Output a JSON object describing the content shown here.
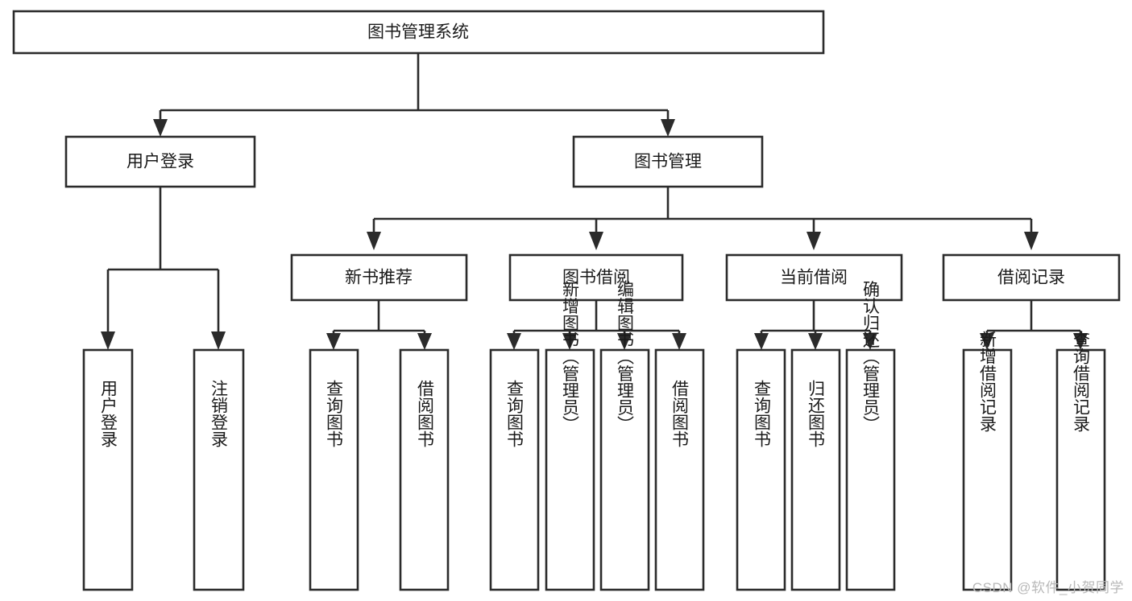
{
  "diagram": {
    "title": "图书管理系统",
    "watermark": "CSDN @软件_小贺同学",
    "colors": {
      "stroke": "#2b2b2b",
      "fill": "#ffffff",
      "text": "#1a1a1a",
      "watermark": "#b9b9b9"
    },
    "levels": {
      "root": {
        "label": "图书管理系统"
      },
      "level2": [
        {
          "label": "用户登录"
        },
        {
          "label": "图书管理"
        }
      ],
      "level3": [
        {
          "label": "新书推荐"
        },
        {
          "label": "图书借阅"
        },
        {
          "label": "当前借阅"
        },
        {
          "label": "借阅记录"
        }
      ],
      "leaves": {
        "user_login": [
          {
            "label": "用户登录"
          },
          {
            "label": "注销登录"
          }
        ],
        "new_book_recommend": [
          {
            "label": "查询图书"
          },
          {
            "label": "借阅图书"
          }
        ],
        "book_borrow": [
          {
            "label": "查询图书"
          },
          {
            "label": "新增图书（管理员）"
          },
          {
            "label": "编辑图书（管理员）"
          },
          {
            "label": "借阅图书"
          }
        ],
        "current_borrow": [
          {
            "label": "查询图书"
          },
          {
            "label": "归还图书"
          },
          {
            "label": "确认归还（管理员）"
          }
        ],
        "borrow_record": [
          {
            "label": "新增借阅记录"
          },
          {
            "label": "查询借阅记录"
          }
        ]
      }
    }
  }
}
